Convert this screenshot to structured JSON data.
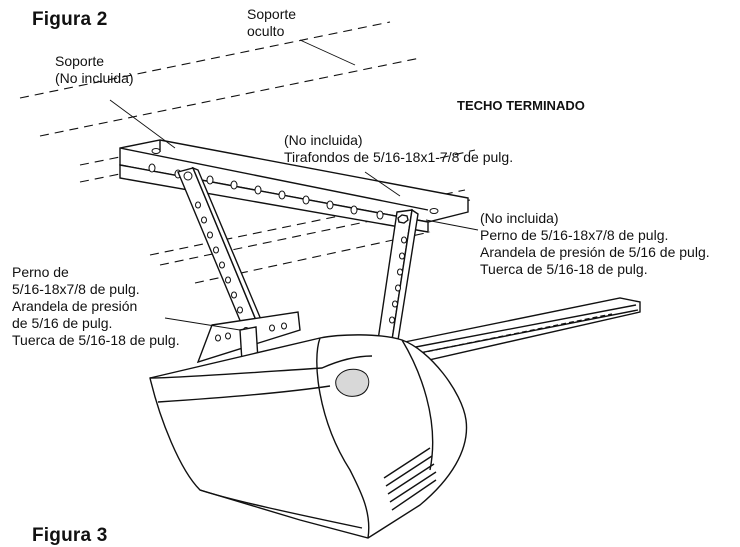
{
  "figures": {
    "figure2_title": "Figura 2",
    "figure3_title": "Figura 3"
  },
  "labels": {
    "hidden_support": [
      "Soporte",
      "oculto"
    ],
    "support_not_included": [
      "Soporte",
      "(No incluida)"
    ],
    "finished_ceiling": "TECHO TERMINADO",
    "lag_screws": [
      "(No incluida)",
      "Tirafondos de 5/16-18x1-7/8 de pulg."
    ],
    "bolt_right": [
      "(No incluida)",
      "Perno de 5/16-18x7/8 de pulg.",
      "Arandela de presión de 5/16 de pulg.",
      "Tuerca de 5/16-18 de pulg."
    ],
    "bolt_left": [
      "Perno de",
      "5/16-18x7/8 de pulg.",
      "Arandela de presión",
      "de 5/16 de pulg.",
      "Tuerca de 5/16-18 de pulg."
    ]
  }
}
